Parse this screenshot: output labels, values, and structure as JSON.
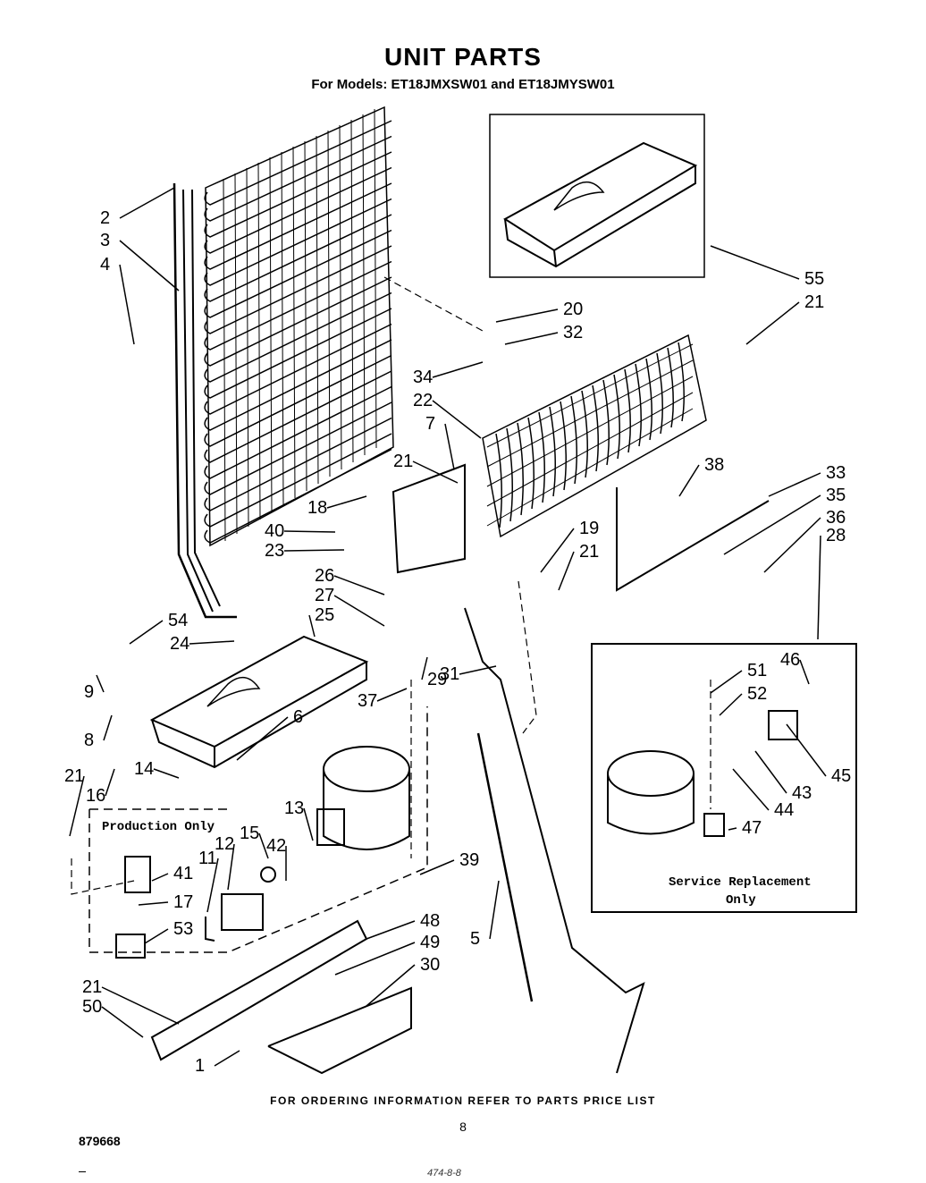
{
  "header": {
    "title": "UNIT PARTS",
    "subtitle": "For Models: ET18JMXSW01 and ET18JMYSW01"
  },
  "footer": {
    "ordering": "FOR ORDERING INFORMATION REFER TO PARTS PRICE LIST",
    "doc_number": "879668",
    "page_number": "8",
    "handwritten": "474-8-8"
  },
  "boxes": {
    "production": "Production Only",
    "service_line1": "Service Replacement",
    "service_line2": "Only"
  },
  "callouts": [
    "2",
    "3",
    "4",
    "20",
    "32",
    "55",
    "21",
    "34",
    "22",
    "7",
    "21",
    "18",
    "40",
    "23",
    "38",
    "33",
    "35",
    "36",
    "28",
    "19",
    "21",
    "26",
    "27",
    "25",
    "54",
    "24",
    "9",
    "8",
    "29",
    "31",
    "37",
    "6",
    "46",
    "51",
    "52",
    "45",
    "43",
    "44",
    "47",
    "14",
    "16",
    "21",
    "13",
    "15",
    "42",
    "12",
    "11",
    "41",
    "17",
    "53",
    "39",
    "48",
    "49",
    "30",
    "5",
    "21",
    "50",
    "1"
  ]
}
